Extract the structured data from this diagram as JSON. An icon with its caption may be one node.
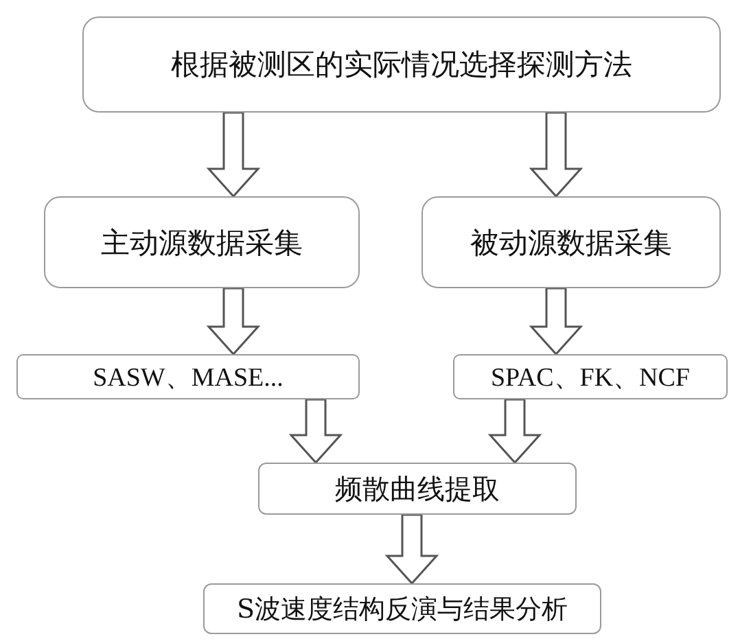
{
  "diagram": {
    "nodes": [
      {
        "text": [
          "根据被测区的实际情况选择探测方法"
        ]
      },
      {
        "text": [
          "主动源数据采集"
        ]
      },
      {
        "text": [
          "被动源数据采集"
        ]
      },
      {
        "text": [
          "SASW、MASE..."
        ]
      },
      {
        "text": [
          "SPAC、FK、NCF"
        ]
      },
      {
        "text": [
          "频散曲线提取"
        ]
      },
      {
        "text": [
          "S波速度结构反演与结果分析"
        ]
      }
    ],
    "edges": [
      {
        "from": 0,
        "to": 1,
        "arrow": "to"
      },
      {
        "from": 0,
        "to": 2,
        "arrow": "to"
      },
      {
        "from": 1,
        "to": 3,
        "arrow": "to"
      },
      {
        "from": 2,
        "to": 4,
        "arrow": "to"
      },
      {
        "from": 3,
        "to": 5,
        "arrow": "to"
      },
      {
        "from": 4,
        "to": 5,
        "arrow": "to"
      },
      {
        "from": 5,
        "to": 6,
        "arrow": "to"
      }
    ]
  }
}
